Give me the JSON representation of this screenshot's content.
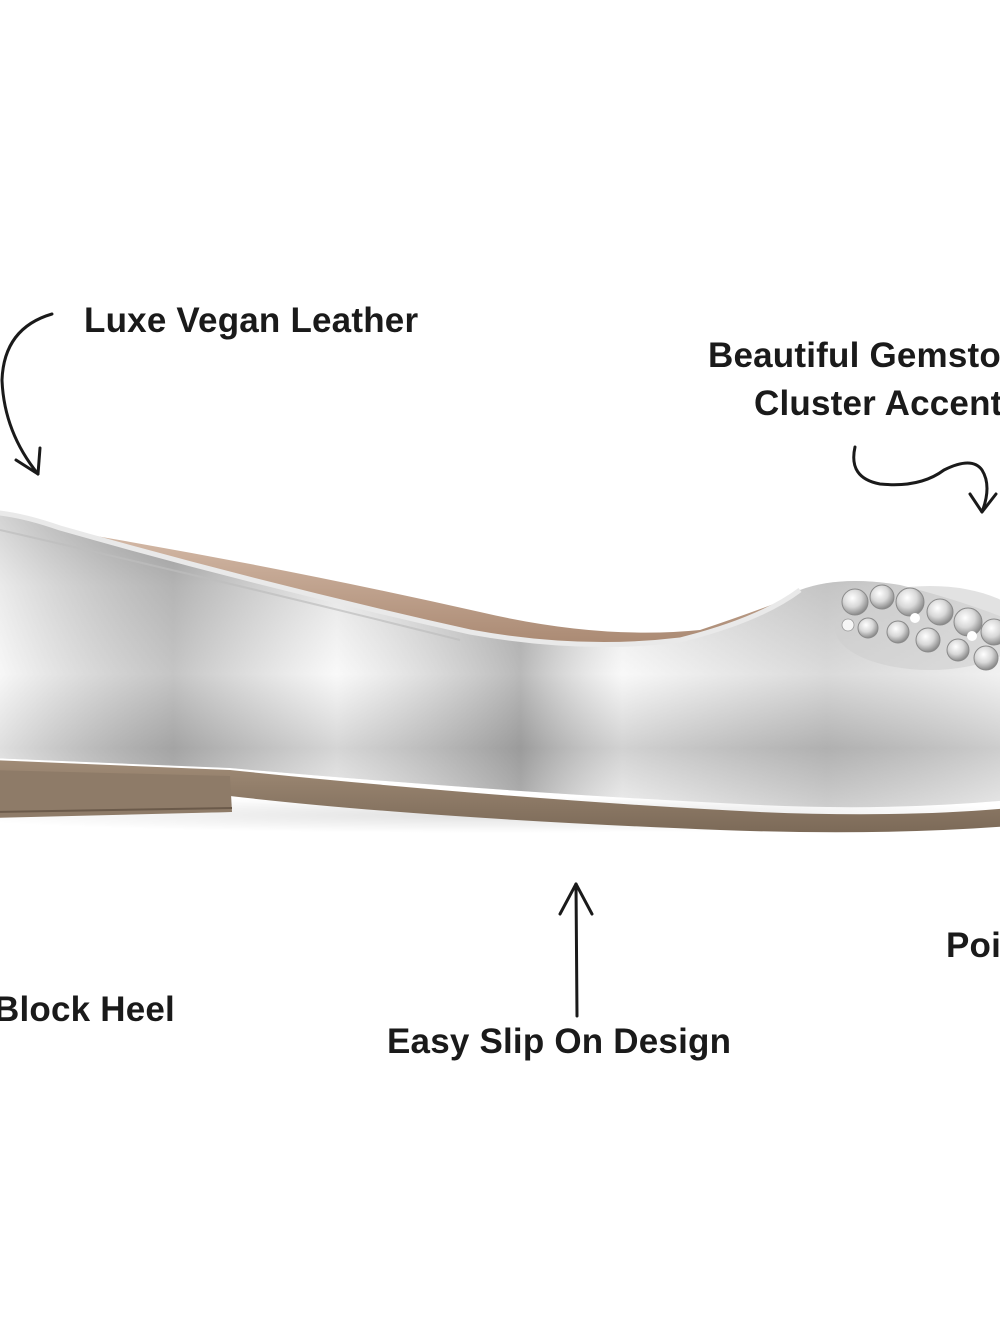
{
  "image": {
    "background_color": "#ffffff",
    "product": "silver metallic ballet flat",
    "colors": {
      "upper_silver": "#c9c9c9",
      "upper_highlight": "#f4f4f4",
      "upper_shadow": "#8f8f8f",
      "lining_tan": "#c8a78f",
      "sole_taupe": "#8d7a66",
      "gem_clear": "#e8e8e8",
      "text": "#1a1a1a"
    }
  },
  "callouts": {
    "leather": "Luxe Vegan Leather",
    "gemstone_line1": "Beautiful Gemstone",
    "gemstone_line2": "Cluster Accent",
    "heel": "Block Heel",
    "slip_on": "Easy Slip On Design",
    "toe": "Pointed Toe"
  },
  "icons": [
    "curved-arrow-icon",
    "squiggle-arrow-icon",
    "up-arrow-icon"
  ]
}
